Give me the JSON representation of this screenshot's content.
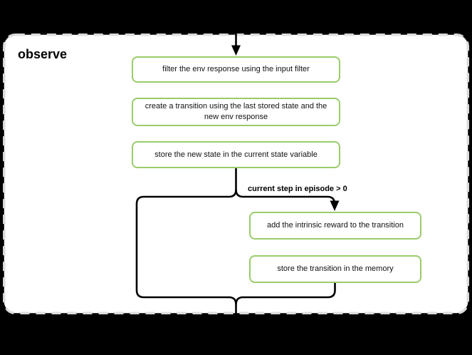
{
  "diagram": {
    "group_title": "observe",
    "condition_label": "current step in episode > 0",
    "nodes": {
      "filter_env": "filter the env response using the input filter",
      "create_transition": "create a transition using the last stored state and the new env response",
      "store_state": "store the new state in the current state variable",
      "add_intrinsic_reward": "add the intrinsic reward to the transition",
      "store_transition": "store the transition in the memory"
    },
    "colors": {
      "page_background": "#000000",
      "container_fill": "#ffffff",
      "container_dash_border": "#dcdcdc",
      "node_border_green": "#9acb6a",
      "connector_black": "#000000",
      "text": "#111111"
    }
  }
}
